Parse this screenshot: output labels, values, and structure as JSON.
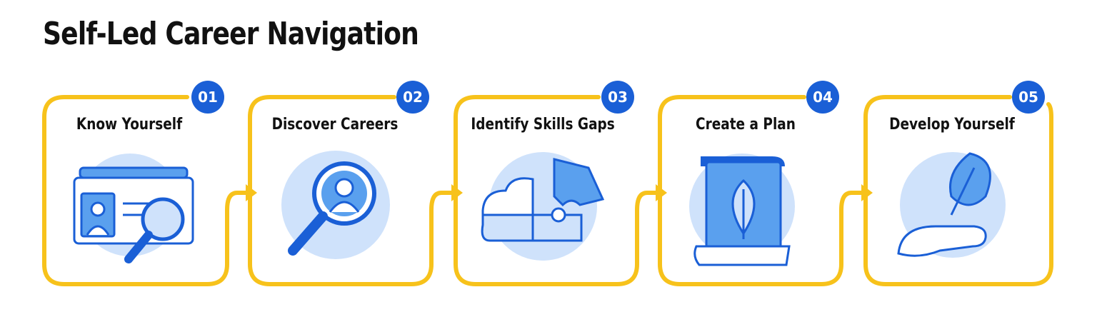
{
  "title": "Self-Led Career Navigation",
  "colors": {
    "border": "#f7c21b",
    "accent": "#1a5fd6",
    "light": "#cfe2fb",
    "mid": "#5aa0ee"
  },
  "steps": [
    {
      "number": "01",
      "label": "Know Yourself",
      "icon": "id-card-magnifier-icon"
    },
    {
      "number": "02",
      "label": "Discover Careers",
      "icon": "magnifier-person-icon"
    },
    {
      "number": "03",
      "label": "Identify Skills Gaps",
      "icon": "puzzle-pieces-icon"
    },
    {
      "number": "04",
      "label": "Create a Plan",
      "icon": "scroll-leaf-icon"
    },
    {
      "number": "05",
      "label": "Develop Yourself",
      "icon": "hand-leaf-icon"
    }
  ]
}
